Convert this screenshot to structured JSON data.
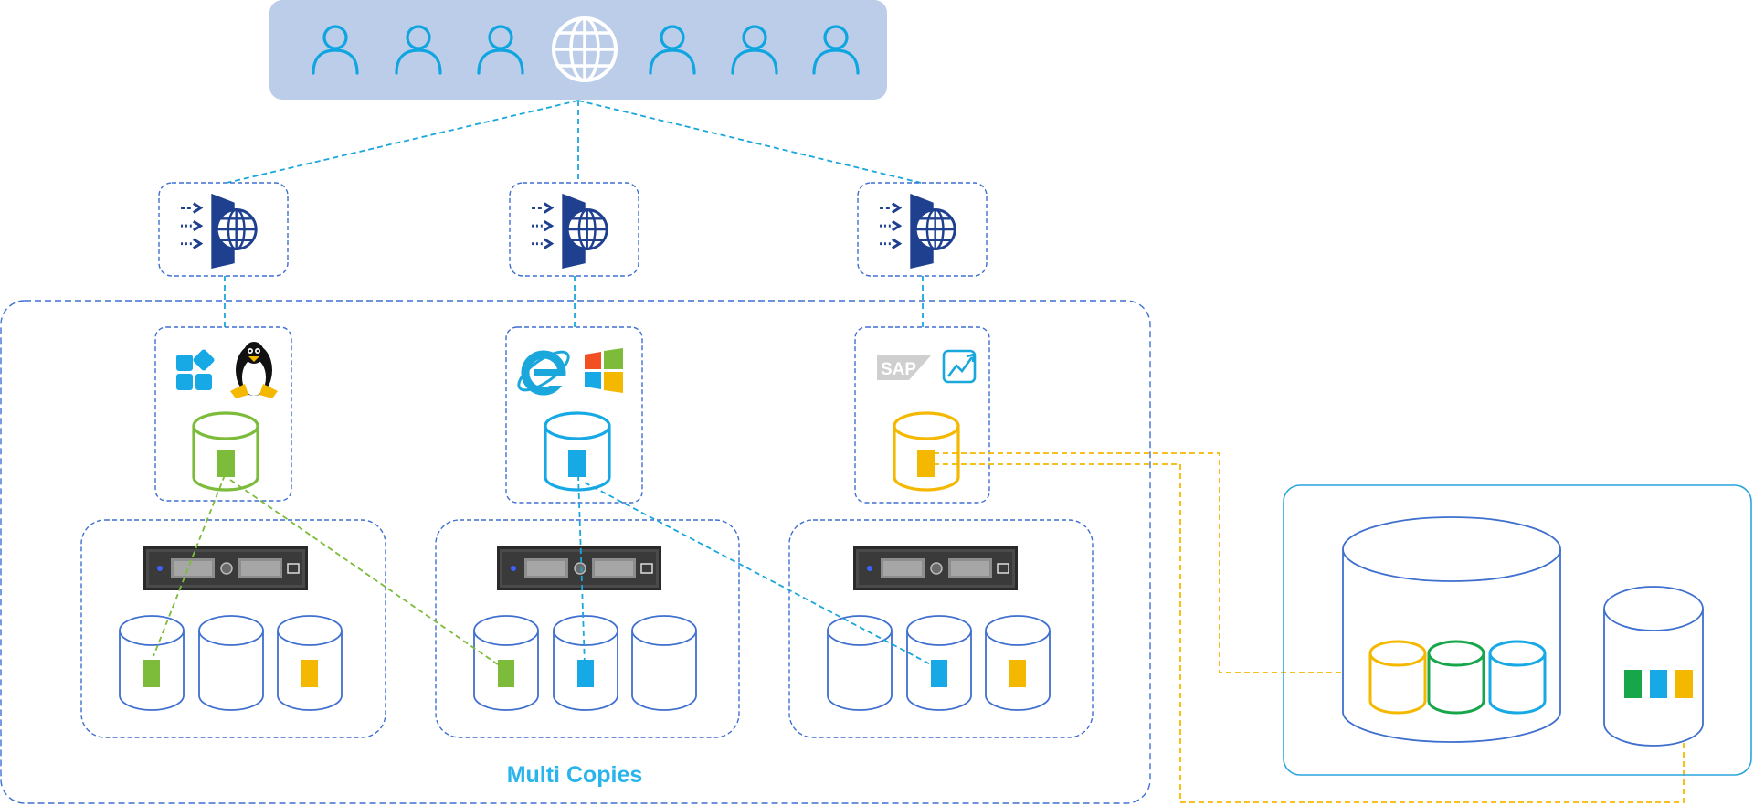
{
  "diagram": {
    "label": "Multi Copies",
    "sap_logo_text": "SAP",
    "colors": {
      "user_band": "#bccde9",
      "user_icon": "#0ea5e0",
      "globe": "#ffffff",
      "frame": "#3f6fcf",
      "link_blue": "#1aa7dc",
      "link_green": "#7cbc3a",
      "link_yellow": "#f5b800",
      "db_green": "#7cbc3a",
      "db_blue": "#16a9e6",
      "db_yellow": "#f5b800",
      "db_dark_green": "#17a74a",
      "label": "#2ab4ec",
      "gateway_navy": "#1f3f8f",
      "right_panel": "#2aa6dd"
    },
    "top_band": {
      "icons": [
        "user-icon",
        "user-icon",
        "user-icon",
        "globe-icon",
        "user-icon",
        "user-icon",
        "user-icon"
      ]
    },
    "gateways": [
      {
        "icon": "web-gateway-icon"
      },
      {
        "icon": "web-gateway-icon"
      },
      {
        "icon": "web-gateway-icon"
      }
    ],
    "apps": [
      {
        "icons": [
          "app-grid-icon",
          "linux-tux-icon"
        ],
        "database_color": "green"
      },
      {
        "icons": [
          "internet-explorer-icon",
          "windows-icon"
        ],
        "database_color": "blue"
      },
      {
        "icons": [
          "sap-logo-icon",
          "analytics-chart-icon"
        ],
        "database_color": "yellow"
      }
    ],
    "storage_nodes": [
      {
        "server": "server-rack-icon",
        "disks": [
          "green",
          "empty",
          "yellow"
        ]
      },
      {
        "server": "server-rack-icon",
        "disks": [
          "green",
          "blue",
          "empty"
        ]
      },
      {
        "server": "server-rack-icon",
        "disks": [
          "empty",
          "blue",
          "yellow"
        ]
      }
    ],
    "backup": {
      "big_store_copies": [
        "yellow",
        "green",
        "blue"
      ],
      "small_store_blocks": [
        "dark-green",
        "blue",
        "yellow"
      ]
    }
  }
}
